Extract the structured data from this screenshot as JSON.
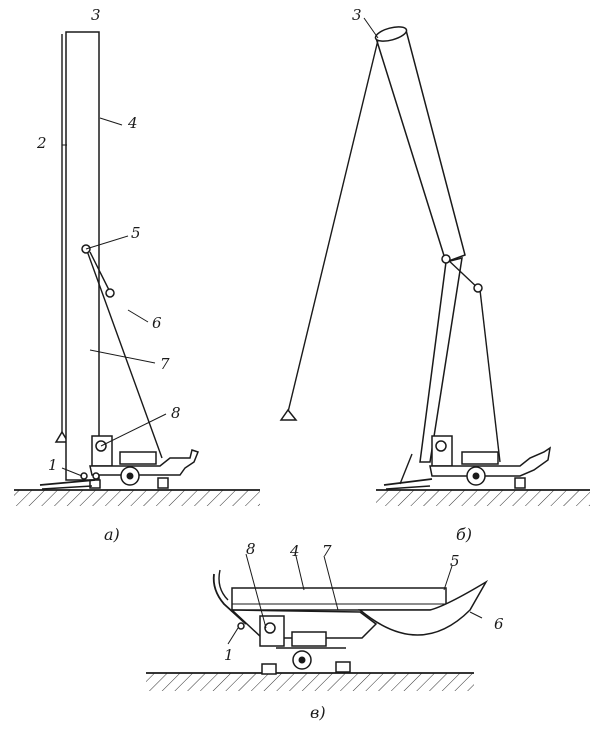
{
  "figure": {
    "panels": [
      {
        "id": "a",
        "caption": "а)",
        "labels": [
          "1",
          "2",
          "3",
          "4",
          "5",
          "6",
          "7",
          "8"
        ]
      },
      {
        "id": "b",
        "caption": "б)",
        "labels": [
          "3"
        ]
      },
      {
        "id": "c",
        "caption": "в)",
        "labels": [
          "1",
          "4",
          "5",
          "6",
          "7",
          "8"
        ]
      }
    ]
  }
}
